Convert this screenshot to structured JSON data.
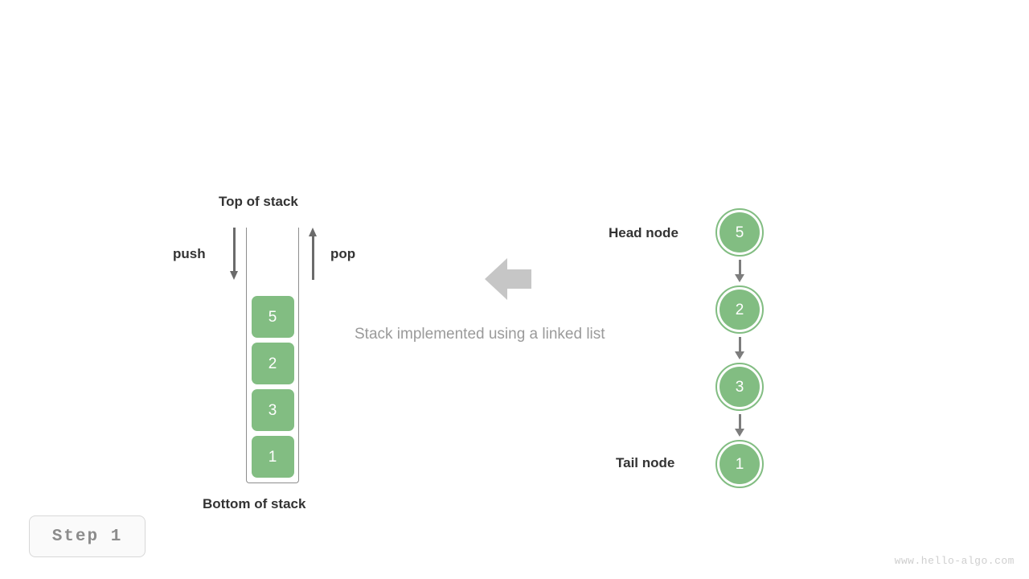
{
  "figure": {
    "caption": "Stack implemented using a linked list",
    "step_badge": "Step 1",
    "watermark": "www.hello-algo.com",
    "colors": {
      "node_green": "#82bd82",
      "arrow_gray": "#7d7d7d",
      "block_arrow_gray": "#c6c6c6",
      "label_dark": "#333333",
      "muted_text": "#9a9a9a"
    }
  },
  "stack": {
    "top_label": "Top of stack",
    "bottom_label": "Bottom of stack",
    "push_label": "push",
    "pop_label": "pop",
    "items_top_to_bottom": [
      "5",
      "2",
      "3",
      "1"
    ]
  },
  "linked_list": {
    "head_label": "Head node",
    "tail_label": "Tail node",
    "nodes": [
      "5",
      "2",
      "3",
      "1"
    ]
  }
}
